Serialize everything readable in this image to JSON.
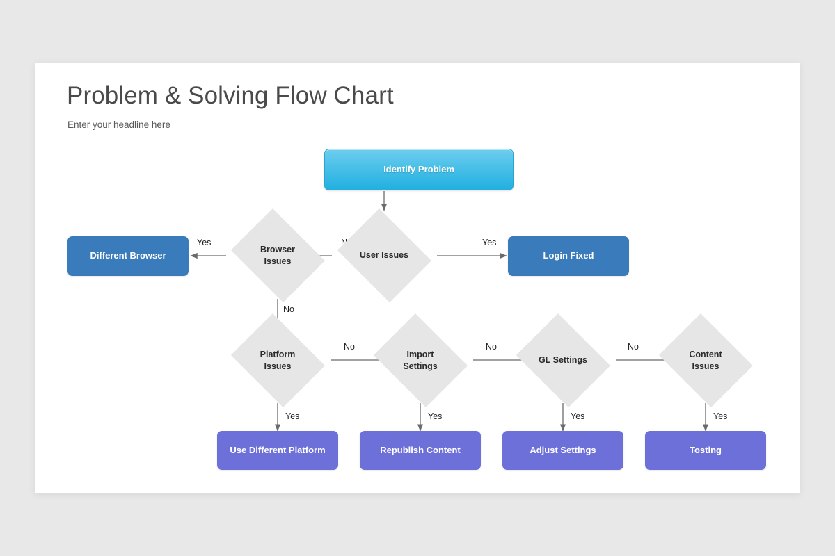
{
  "slide": {
    "title": "Problem & Solving Flow Chart",
    "subtitle": "Enter your headline here"
  },
  "colors": {
    "page_background": "#e8e8e9",
    "card_background": "#ffffff",
    "start_node": "#49c0e8",
    "result_node": "#3a7cbb",
    "action_node": "#6d70d8",
    "decision_node": "#e6e6e6",
    "connector": "#6b6b6b",
    "title_text": "#4a4a4a"
  },
  "chart_data": {
    "type": "diagram",
    "diagram_kind": "flowchart",
    "title": "Problem & Solving Flow Chart",
    "nodes": [
      {
        "id": "identify",
        "label": "Identify Problem",
        "shape": "rounded-rect",
        "style": "start"
      },
      {
        "id": "user_issues",
        "label": "User Issues",
        "shape": "diamond",
        "style": "decision"
      },
      {
        "id": "login_fixed",
        "label": "Login Fixed",
        "shape": "rounded-rect",
        "style": "result"
      },
      {
        "id": "browser_issues",
        "label": "Browser\nIssues",
        "shape": "diamond",
        "style": "decision"
      },
      {
        "id": "different_browser",
        "label": "Different Browser",
        "shape": "rounded-rect",
        "style": "result"
      },
      {
        "id": "platform_issues",
        "label": "Platform\nIssues",
        "shape": "diamond",
        "style": "decision"
      },
      {
        "id": "import_settings",
        "label": "Import\nSettings",
        "shape": "diamond",
        "style": "decision"
      },
      {
        "id": "gl_settings",
        "label": "GL Settings",
        "shape": "diamond",
        "style": "decision"
      },
      {
        "id": "content_issues",
        "label": "Content\nIssues",
        "shape": "diamond",
        "style": "decision"
      },
      {
        "id": "use_platform",
        "label": "Use Different Platform",
        "shape": "rounded-rect",
        "style": "action"
      },
      {
        "id": "republish",
        "label": "Republish Content",
        "shape": "rounded-rect",
        "style": "action"
      },
      {
        "id": "adjust_settings",
        "label": "Adjust Settings",
        "shape": "rounded-rect",
        "style": "action"
      },
      {
        "id": "tosting",
        "label": "Tosting",
        "shape": "rounded-rect",
        "style": "action"
      }
    ],
    "edges": [
      {
        "from": "identify",
        "to": "user_issues",
        "label": "",
        "direction": "down"
      },
      {
        "from": "user_issues",
        "to": "login_fixed",
        "label": "Yes",
        "direction": "right"
      },
      {
        "from": "user_issues",
        "to": "browser_issues",
        "label": "No",
        "direction": "left"
      },
      {
        "from": "browser_issues",
        "to": "different_browser",
        "label": "Yes",
        "direction": "left"
      },
      {
        "from": "browser_issues",
        "to": "platform_issues",
        "label": "No",
        "direction": "down"
      },
      {
        "from": "platform_issues",
        "to": "import_settings",
        "label": "No",
        "direction": "right"
      },
      {
        "from": "platform_issues",
        "to": "use_platform",
        "label": "Yes",
        "direction": "down"
      },
      {
        "from": "import_settings",
        "to": "gl_settings",
        "label": "No",
        "direction": "right"
      },
      {
        "from": "import_settings",
        "to": "republish",
        "label": "Yes",
        "direction": "down"
      },
      {
        "from": "gl_settings",
        "to": "content_issues",
        "label": "No",
        "direction": "right"
      },
      {
        "from": "gl_settings",
        "to": "adjust_settings",
        "label": "Yes",
        "direction": "down"
      },
      {
        "from": "content_issues",
        "to": "tosting",
        "label": "Yes",
        "direction": "down"
      }
    ],
    "edge_labels": {
      "user_to_login": "Yes",
      "user_to_browser": "No",
      "browser_to_different": "Yes",
      "browser_to_platform": "No",
      "platform_to_import": "No",
      "platform_to_use": "Yes",
      "import_to_gl": "No",
      "import_to_republish": "Yes",
      "gl_to_content": "No",
      "gl_to_adjust": "Yes",
      "content_to_tosting": "Yes"
    }
  }
}
